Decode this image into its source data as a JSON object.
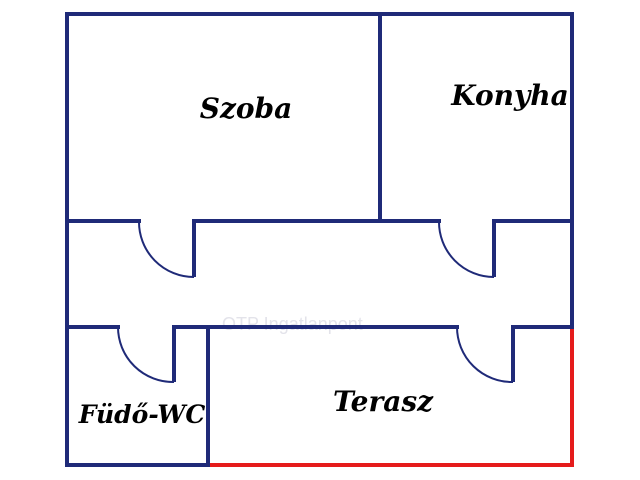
{
  "plan": {
    "rooms": [
      {
        "id": "szoba",
        "label": "Szoba"
      },
      {
        "id": "konyha",
        "label": "Konyha"
      },
      {
        "id": "furdo-wc",
        "label": "Füdő-WC"
      },
      {
        "id": "terasz",
        "label": "Terasz"
      }
    ],
    "watermark": "OTP Ingatlanpont",
    "colors": {
      "wall": "#1f2a78",
      "terrace_edge": "#e51b1b",
      "label": "#000000",
      "background": "#ffffff"
    }
  }
}
